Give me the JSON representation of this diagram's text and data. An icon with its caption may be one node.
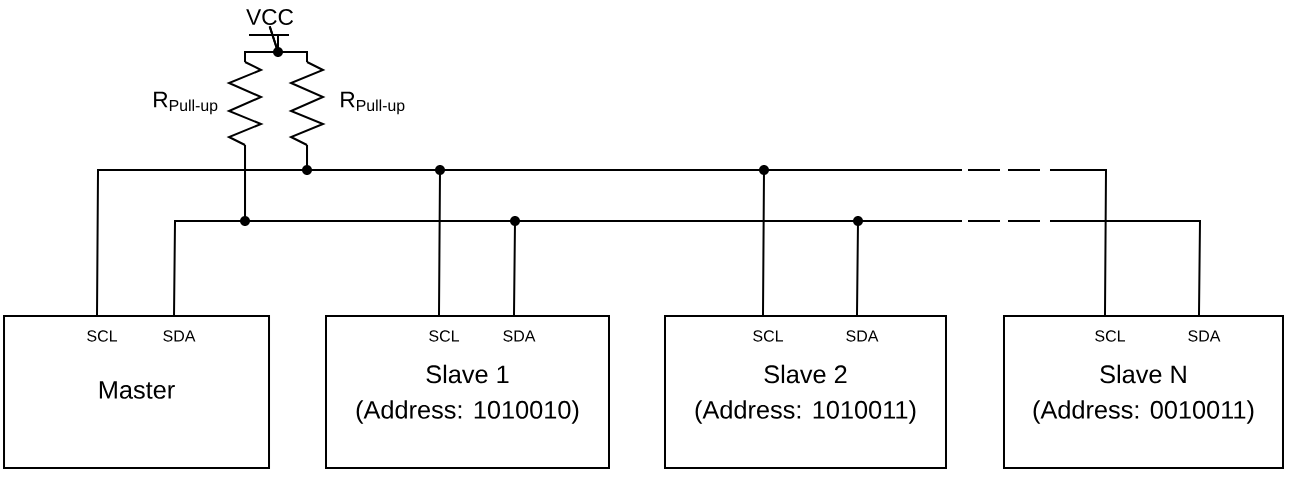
{
  "diagram": {
    "nodes": [
      {
        "text": [
          "VCC"
        ]
      },
      {
        "text": [],
        "shape": "resistor",
        "beside": [
          "R$_{Pull-up}$"
        ]
      },
      {
        "text": [],
        "shape": "resistor",
        "beside": [
          "R$_{Pull-up}$"
        ]
      },
      {
        "text": [
          "SCL",
          "SDA",
          "Master"
        ]
      },
      {
        "text": [
          "SCL",
          "SDA",
          "Slave 1",
          "(Address: 1010010)"
        ]
      },
      {
        "text": [
          "SCL",
          "SDA",
          "Slave 2",
          "(Address: 1010011)"
        ]
      },
      {
        "text": [
          "SCL",
          "SDA",
          "Slave N",
          "(Address: 0010011)"
        ]
      }
    ],
    "edges": [
      {
        "from": 0,
        "to": 1,
        "arrow": "none"
      },
      {
        "from": 0,
        "to": 2,
        "arrow": "none"
      },
      {
        "from": 2,
        "to": 3,
        "arrow": "none"
      },
      {
        "from": 2,
        "to": 4,
        "arrow": "none"
      },
      {
        "from": 2,
        "to": 5,
        "arrow": "none"
      },
      {
        "from": 2,
        "to": 6,
        "arrow": "none",
        "style": "dashed"
      },
      {
        "from": 1,
        "to": 3,
        "arrow": "none"
      },
      {
        "from": 1,
        "to": 4,
        "arrow": "none"
      },
      {
        "from": 1,
        "to": 5,
        "arrow": "none"
      },
      {
        "from": 1,
        "to": 6,
        "arrow": "none",
        "style": "dashed"
      }
    ]
  }
}
